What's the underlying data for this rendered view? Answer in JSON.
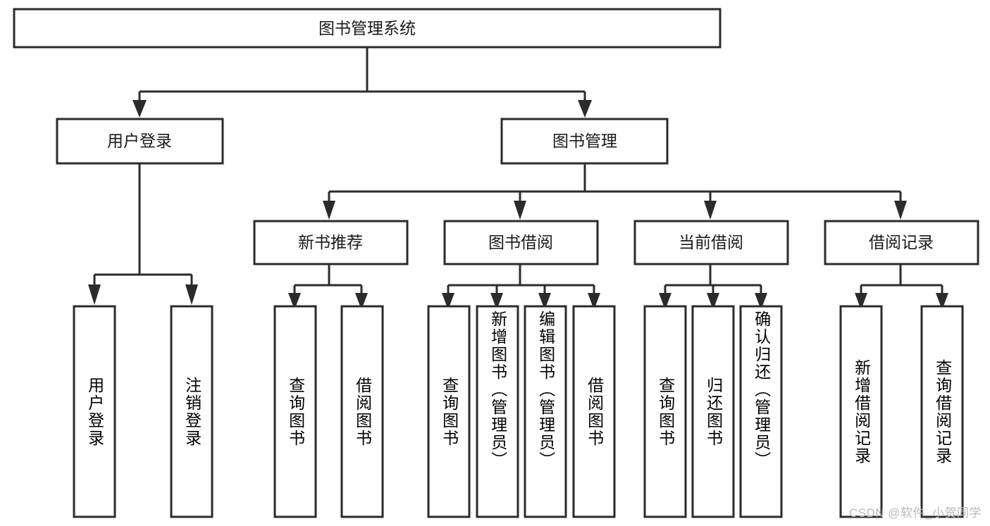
{
  "diagram": {
    "title": "图书管理系统",
    "type": "tree-hierarchy-chart",
    "watermark": "CSDN @软件_小贺同学",
    "colors": {
      "box_stroke": "#2b2b2b",
      "box_fill": "#ffffff",
      "text": "#1a1a1a",
      "background": "#ffffff",
      "watermark": "#b9b9b9"
    },
    "root": {
      "label": "图书管理系统"
    },
    "level2": [
      {
        "label": "用户登录"
      },
      {
        "label": "图书管理"
      }
    ],
    "level3": [
      {
        "label": "新书推荐"
      },
      {
        "label": "图书借阅"
      },
      {
        "label": "当前借阅"
      },
      {
        "label": "借阅记录"
      }
    ],
    "leaves": {
      "user_login": [
        {
          "label": "用户登录"
        },
        {
          "label": "注销登录"
        }
      ],
      "new_book_recommend": [
        {
          "label": "查询图书"
        },
        {
          "label": "借阅图书"
        }
      ],
      "book_borrow": [
        {
          "label": "查询图书"
        },
        {
          "label": "新增图书（管理员）"
        },
        {
          "label": "编辑图书（管理员）"
        },
        {
          "label": "借阅图书"
        }
      ],
      "current_borrow": [
        {
          "label": "查询图书"
        },
        {
          "label": "归还图书"
        },
        {
          "label": "确认归还（管理员）"
        }
      ],
      "borrow_record": [
        {
          "label": "新增借阅记录"
        },
        {
          "label": "查询借阅记录"
        }
      ]
    }
  }
}
